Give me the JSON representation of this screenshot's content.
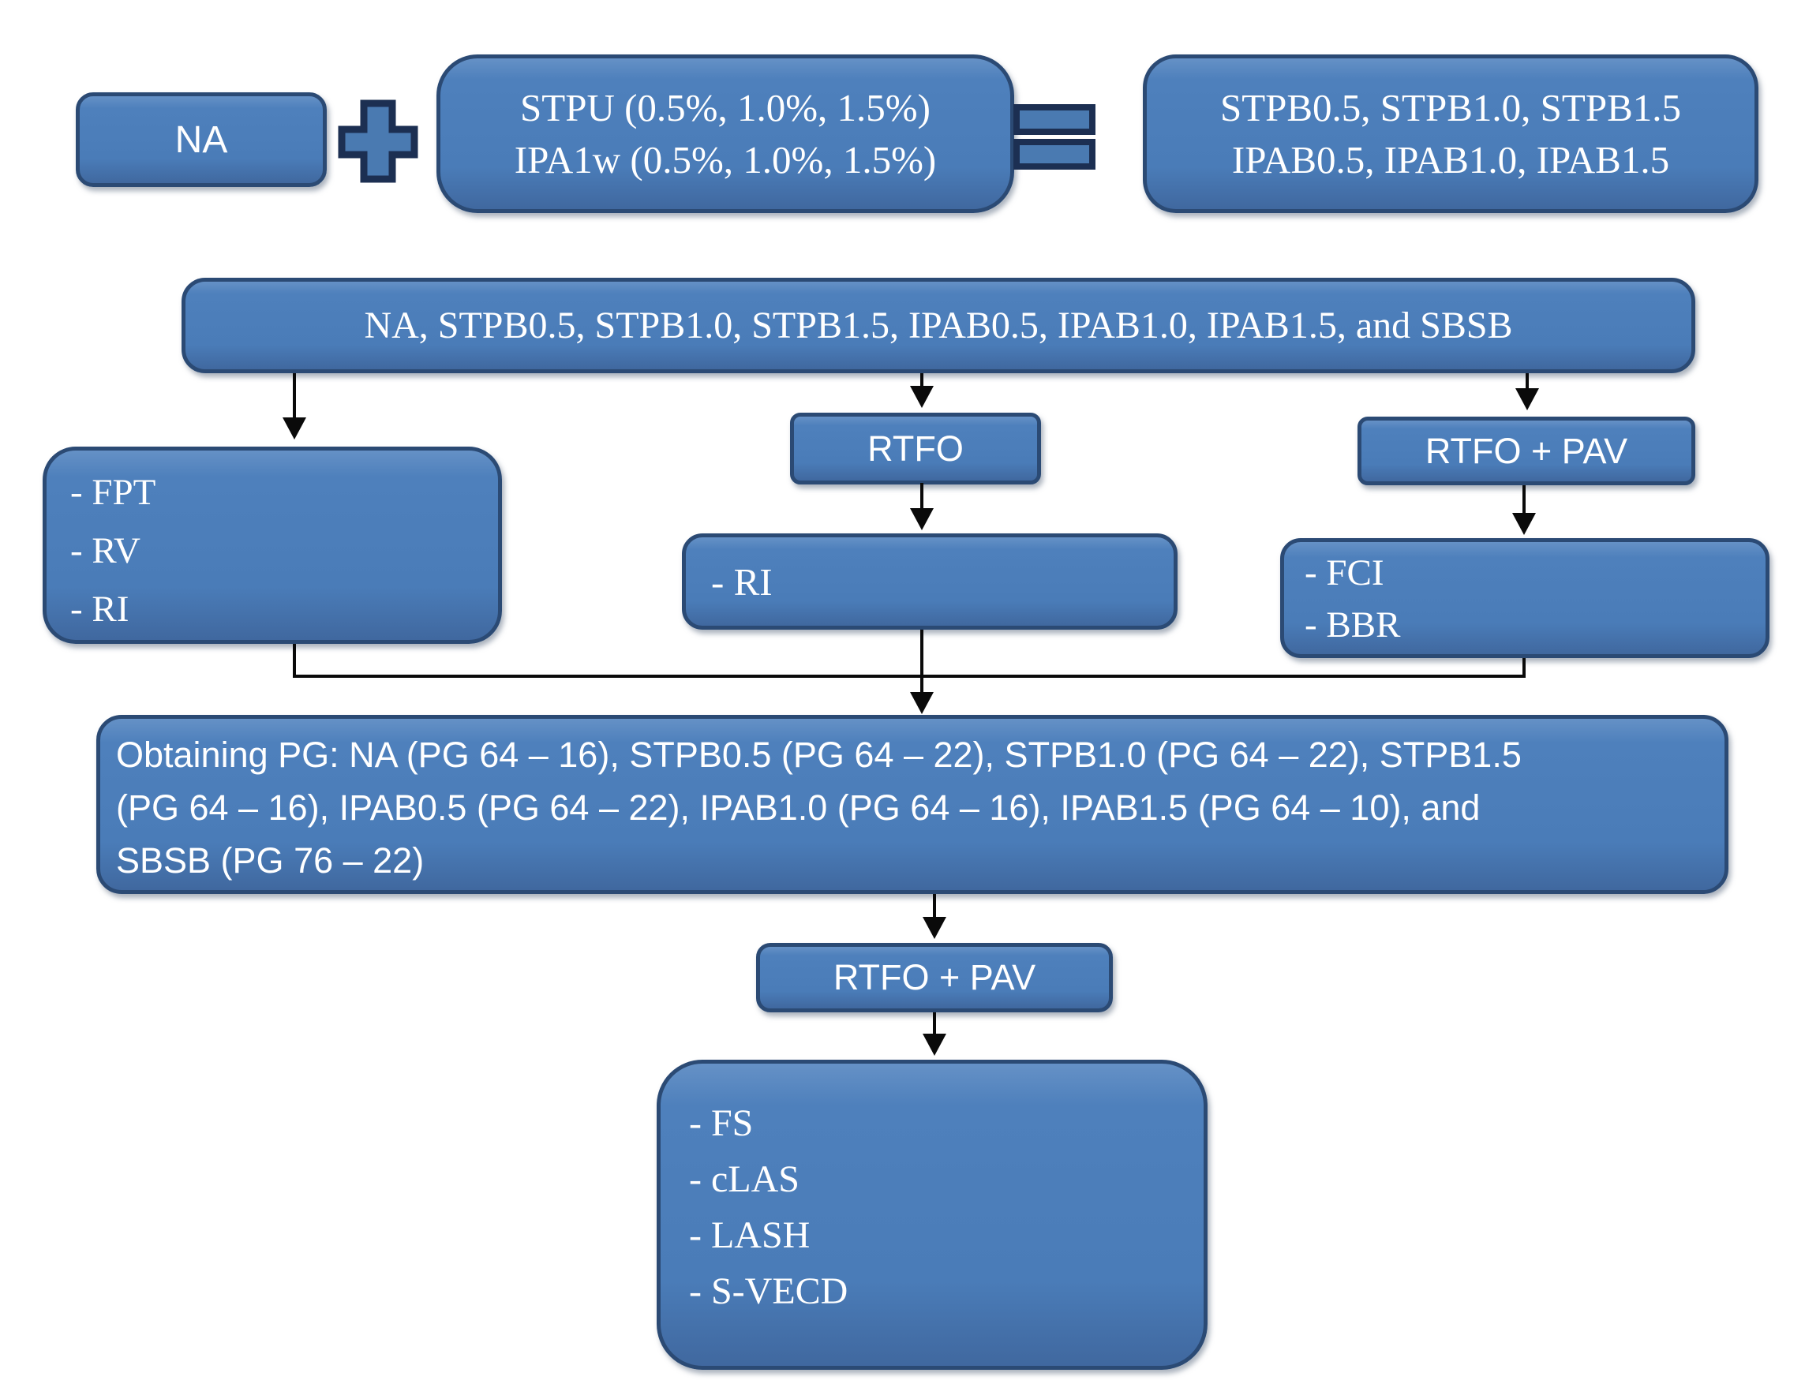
{
  "diagram_type": "flowchart",
  "colors": {
    "box_fill": "#4a7cb8",
    "box_fill_highlight": "#6591c6",
    "box_fill_shade": "#40689f",
    "box_border": "#2b4a74",
    "symbol_fill": "#4a7ab1",
    "symbol_border": "#1c2f52",
    "text": "#ffffff",
    "arrow": "#0a0a0a",
    "background": "#ffffff"
  },
  "icons": {
    "plus": "plus-icon",
    "equals": "equals-icon"
  },
  "flowchart": {
    "row1": {
      "base_binder": "NA",
      "additives_line1": "STPU (0.5%, 1.0%, 1.5%)",
      "additives_line2": "IPA1w (0.5%, 1.0%, 1.5%)",
      "blends_line1": "STPB0.5, STPB1.0, STPB1.5",
      "blends_line2": "IPAB0.5, IPAB1.0, IPAB1.5"
    },
    "row2": {
      "all_binders": "NA, STPB0.5, STPB1.0, STPB1.5, IPAB0.5, IPAB1.0, IPAB1.5, and SBSB"
    },
    "row3": {
      "unaged_tests": [
        "- FPT",
        "- RV",
        "- RI"
      ],
      "rtfo_label": "RTFO",
      "rtfo_pav_label": "RTFO + PAV",
      "rtfo_tests": [
        "- RI"
      ],
      "rtfo_pav_tests": [
        "- FCI",
        "- BBR"
      ]
    },
    "row4": {
      "obtaining_pg_line1": "Obtaining PG: NA (PG 64 – 16), STPB0.5 (PG 64 – 22), STPB1.0 (PG 64 – 22), STPB1.5",
      "obtaining_pg_line2": "(PG 64 – 16), IPAB0.5 (PG 64 – 22), IPAB1.0 (PG 64 – 16), IPAB1.5 (PG 64 – 10), and",
      "obtaining_pg_line3": "SBSB (PG 76 – 22)"
    },
    "row5": {
      "rtfo_pav_label": "RTFO + PAV"
    },
    "row6": {
      "final_tests": [
        "- FS",
        "- cLAS",
        "- LASH",
        "- S-VECD"
      ]
    }
  }
}
